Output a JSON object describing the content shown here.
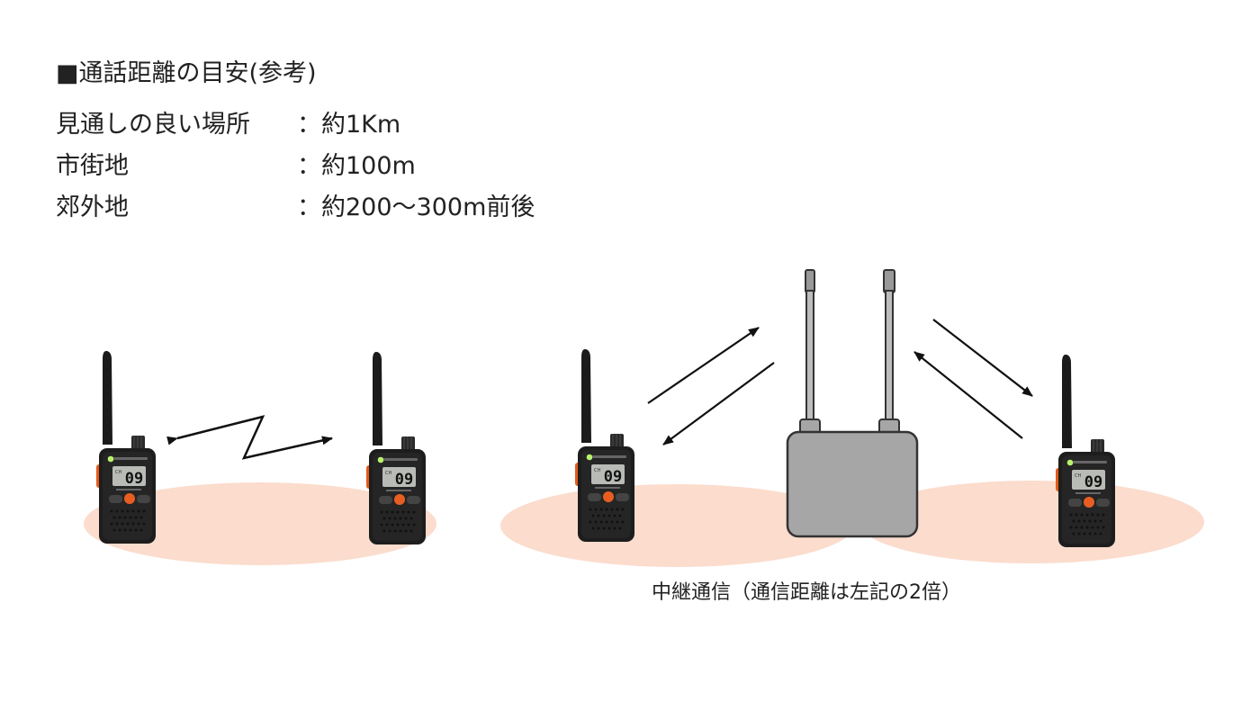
{
  "heading": "■通話距離の目安(参考)",
  "ranges": [
    {
      "place": "見通しの良い場所",
      "value": "：約1Km"
    },
    {
      "place": "市街地",
      "value": "：約100m"
    },
    {
      "place": "郊外地",
      "value": "：約200〜300m前後"
    }
  ],
  "radio": {
    "display_digits": "09"
  },
  "caption": "中継通信（通信距離は左記の2倍）",
  "colors": {
    "coverage_fill": "#fbdccd",
    "repeater_body": "#a6a6a6",
    "repeater_outline": "#333333",
    "radio_body": "#1d1d1d",
    "radio_accent": "#e35b1a",
    "display": "#b9bbb6",
    "arrow": "#111111"
  },
  "icons": [
    "handheld-radio-icon",
    "repeater-icon",
    "signal-arrow-icon",
    "zigzag-signal-icon"
  ]
}
